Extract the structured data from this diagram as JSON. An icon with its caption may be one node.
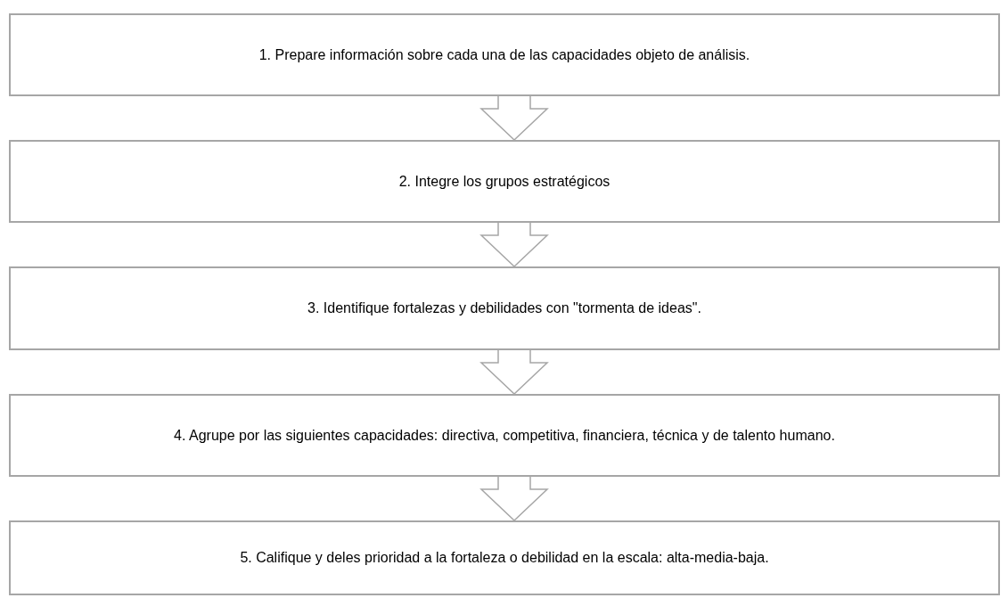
{
  "diagram": {
    "nodes": [
      {
        "text": [
          "1. Prepare información sobre cada una de las capacidades objeto de análisis."
        ]
      },
      {
        "text": [
          "2. Integre los grupos estratégicos"
        ]
      },
      {
        "text": [
          "3. Identifique fortalezas y debilidades con \"tormenta de ideas\"."
        ]
      },
      {
        "text": [
          "4. Agrupe por las siguientes capacidades: directiva, competitiva, financiera, técnica y de talento humano."
        ]
      },
      {
        "text": [
          "5. Califique y deles prioridad a la fortaleza o debilidad en la escala: alta-media-baja."
        ]
      }
    ],
    "edges": [
      {
        "from": 0,
        "to": 1,
        "arrow": "to"
      },
      {
        "from": 1,
        "to": 2,
        "arrow": "to"
      },
      {
        "from": 2,
        "to": 3,
        "arrow": "to"
      },
      {
        "from": 3,
        "to": 4,
        "arrow": "to"
      }
    ]
  }
}
